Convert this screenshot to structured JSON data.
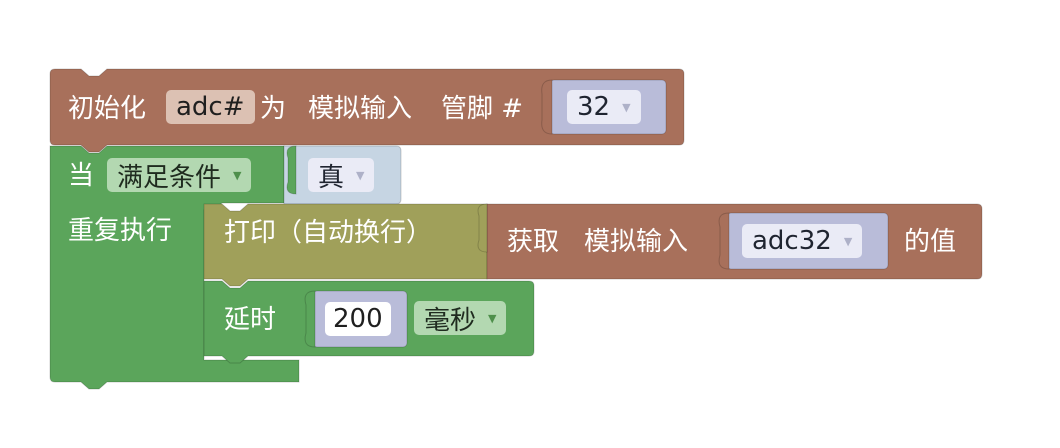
{
  "colors": {
    "brown": "#a8705b",
    "green": "#5ba55b",
    "olive": "#a0a05a",
    "pinslot": "#b9bcd9",
    "truepin": "#c6d5e3"
  },
  "init_block": {
    "init_label": "初始化",
    "var_name": "adc#",
    "as_label": "为",
    "mode_label": "模拟输入",
    "pin_label": "管脚 #",
    "pin_value": "32"
  },
  "while_block": {
    "when_label": "当",
    "condition_option": "满足条件",
    "true_value": "真",
    "repeat_label": "重复执行"
  },
  "print_block": {
    "label": "打印（自动换行）"
  },
  "read_block": {
    "get_label": "获取",
    "mode_label": "模拟输入",
    "var_value": "adc32",
    "value_label": "的值"
  },
  "delay_block": {
    "label": "延时",
    "value": "200",
    "unit": "毫秒"
  },
  "icons": {
    "dropdown": "▼"
  }
}
